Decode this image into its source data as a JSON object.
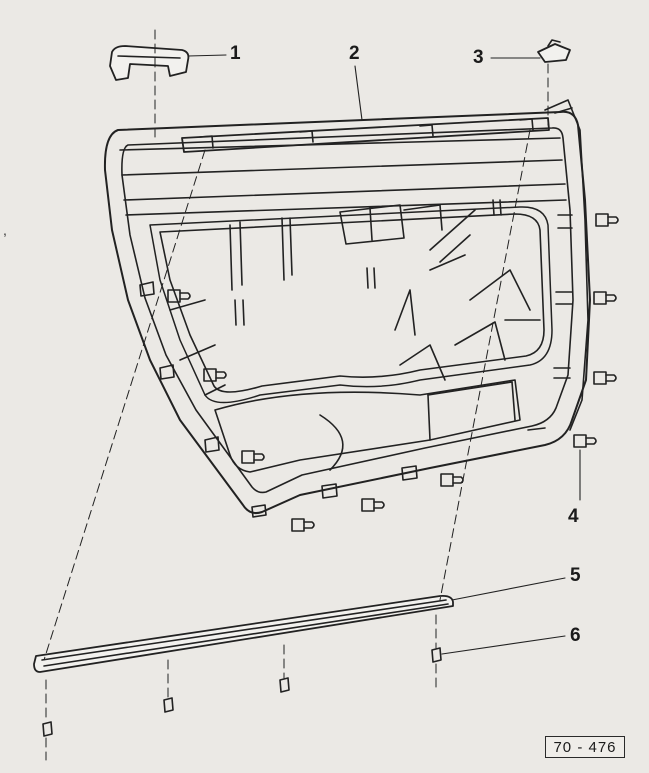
{
  "diagram": {
    "figure_ref": "70 - 476",
    "margin_mark": ",",
    "callouts": {
      "c1": "1",
      "c2": "2",
      "c3": "3",
      "c4": "4",
      "c5": "5",
      "c6": "6"
    }
  }
}
